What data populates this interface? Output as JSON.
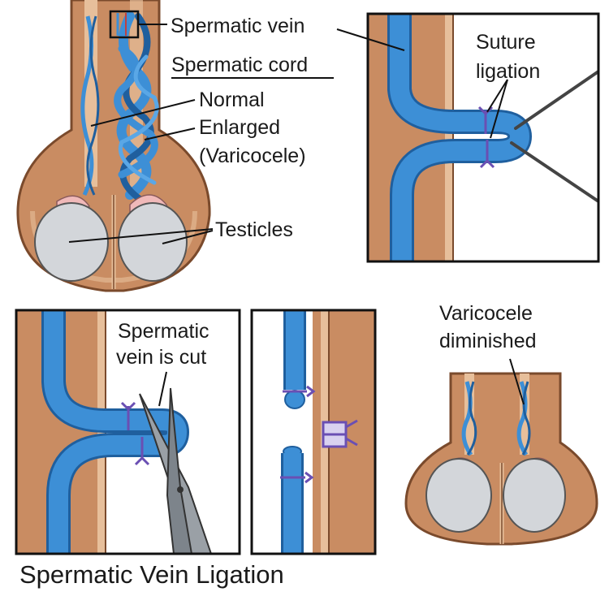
{
  "labels": {
    "spermatic_vein": "Spermatic vein",
    "spermatic_cord": "Spermatic cord",
    "normal": "Normal",
    "enlarged": "Enlarged",
    "varicocele": "(Varicocele)",
    "testicles": "Testicles",
    "suture": "Suture",
    "ligation": "ligation",
    "vein_cut_line1": "Spermatic",
    "vein_cut_line2": "vein is cut",
    "diminished_line1": "Varicocele",
    "diminished_line2": "diminished"
  },
  "title": "Spermatic Vein Ligation",
  "colors": {
    "skin": "#c98c62",
    "skin_light": "#e7bf9b",
    "skin_outline": "#7a4a2c",
    "vein": "#3d8fd6",
    "vein_dark": "#1f5f9e",
    "testicle": "#d3d6da",
    "epididymis": "#f0b9b9",
    "suture": "#6a4fb3",
    "panel_border": "#111111"
  },
  "icons": [
    "scissors-icon",
    "suture-knot-icon"
  ]
}
